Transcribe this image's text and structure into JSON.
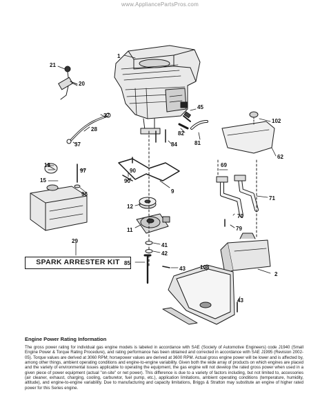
{
  "watermark": "www.AppliancePartsPros.com",
  "spark_arrester_kit_label": "SPARK ARRESTER KIT",
  "callouts": {
    "c1": "1",
    "c2": "2",
    "c9": "9",
    "c11": "11",
    "c12": "12",
    "c15": "15",
    "c18": "18",
    "c20": "20",
    "c21": "21",
    "c28": "28",
    "c29": "29",
    "c37a": "37",
    "c37b": "37",
    "c41": "41",
    "c42": "42",
    "c43a": "43",
    "c43b": "43",
    "c45": "45",
    "c62": "62",
    "c69": "69",
    "c70": "70",
    "c71": "71",
    "c79": "79",
    "c81": "81",
    "c82": "82",
    "c84": "84",
    "c85": "85",
    "c90a": "90",
    "c90b": "90",
    "c96": "96",
    "c97": "97",
    "c102": "102",
    "c108": "108"
  },
  "power_rating": {
    "title": "Engine Power Rating Information",
    "body": "The gross power rating for individual gas engine models is labeled in accordance with SAE (Society of Automotive Engineers) code J1940 (Small Engine Power & Torque Rating Procedure), and rating performance has been obtained and corrected in accordance with SAE J1995 (Revision 2002-05). Torque values are derived at 3060 RPM; horsepower values are derived at 3600 RPM. Actual gross engine power will be lower and is affected by, among other things, ambient operating conditions and engine-to-engine variability. Given both the wide array of products on which engines are placed and the variety of environmental issues applicable to operating the equipment, the gas engine will not develop the rated gross power when used in a given piece of power equipment (actual \"on-site\" or net power). This difference is due to a variety of factors including, but not limited to, accessories (air cleaner, exhaust, charging, cooling, carburetor, fuel pump, etc.), application limitations, ambient operating conditions (temperature, humidity, altitude), and engine-to-engine variability. Due to manufacturing and capacity limitations, Briggs & Stratton may substitute an engine of higher rated power for this Series engine."
  }
}
